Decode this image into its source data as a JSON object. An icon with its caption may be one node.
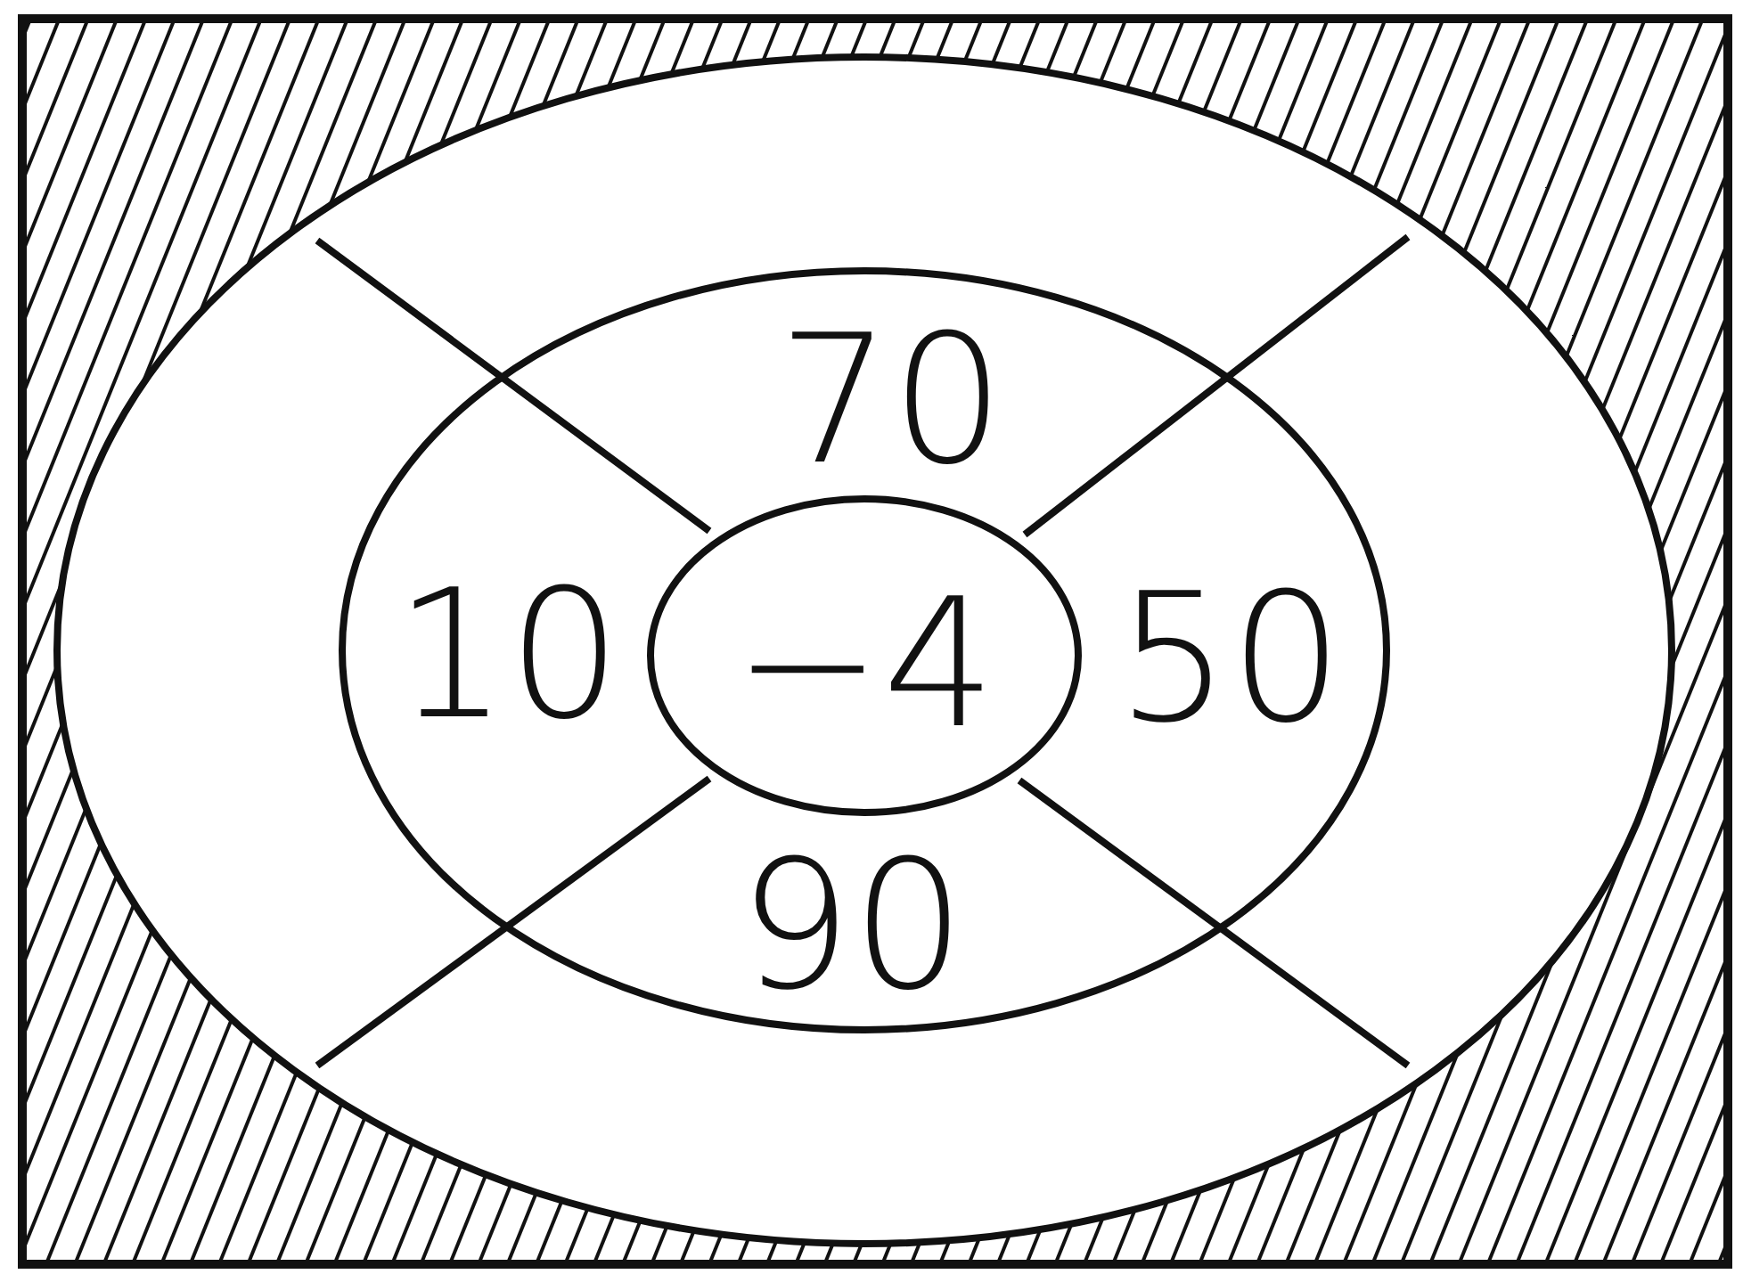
{
  "diagram": {
    "nodes": [
      {
        "text": [],
        "shape": "ellipse"
      },
      {
        "text": [
          "70",
          "10",
          "50",
          "90"
        ],
        "in": 0
      },
      {
        "text": [
          "−4"
        ],
        "in": 1
      }
    ]
  }
}
